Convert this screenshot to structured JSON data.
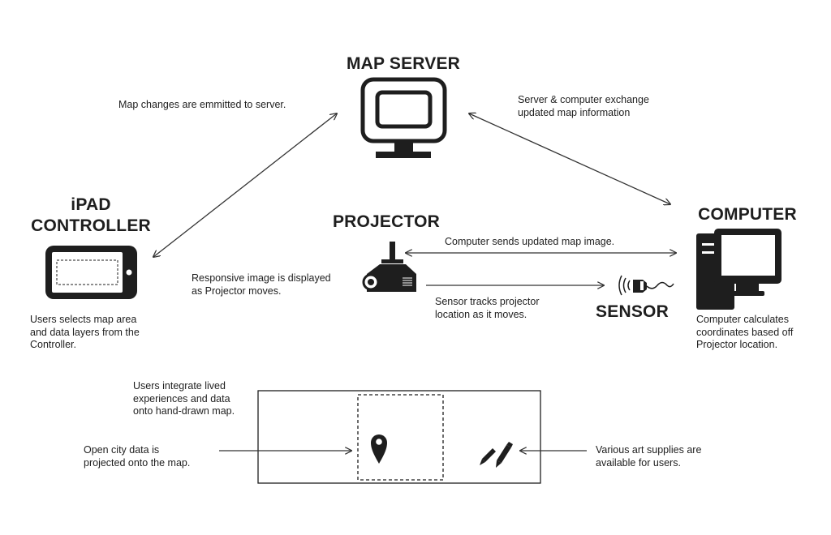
{
  "titles": {
    "map_server": "MAP SERVER",
    "ipad_line1": "iPAD",
    "ipad_line2": "CONTROLLER",
    "projector": "PROJECTOR",
    "computer": "COMPUTER",
    "sensor": "SENSOR"
  },
  "captions": {
    "map_changes": [
      "Map changes are emmitted to server."
    ],
    "server_exchange": [
      "Server & computer exchange",
      "updated map information"
    ],
    "computer_sends": [
      "Computer sends updated map image."
    ],
    "responsive": [
      "Responsive image is displayed",
      "as Projector moves."
    ],
    "sensor_tracks": [
      "Sensor tracks projector",
      "location as it moves."
    ],
    "users_select": [
      "Users selects map area",
      "and data layers from the",
      "Controller."
    ],
    "computer_calc": [
      "Computer calculates",
      "coordinates based off",
      "Projector location."
    ],
    "users_integrate": [
      "Users integrate lived",
      "experiences and data",
      "onto hand-drawn map."
    ],
    "open_city": [
      "Open city data is",
      "projected onto the map."
    ],
    "art_supplies": [
      "Various art supplies are",
      "available for users."
    ]
  },
  "icons": [
    "monitor-icon",
    "tablet-icon",
    "projector-icon",
    "desktop-computer-icon",
    "sensor-icon",
    "map-pin-icon",
    "pen-icon",
    "pencil-icon"
  ],
  "colors": {
    "ink": "#1e1e1e",
    "line": "#333333"
  }
}
